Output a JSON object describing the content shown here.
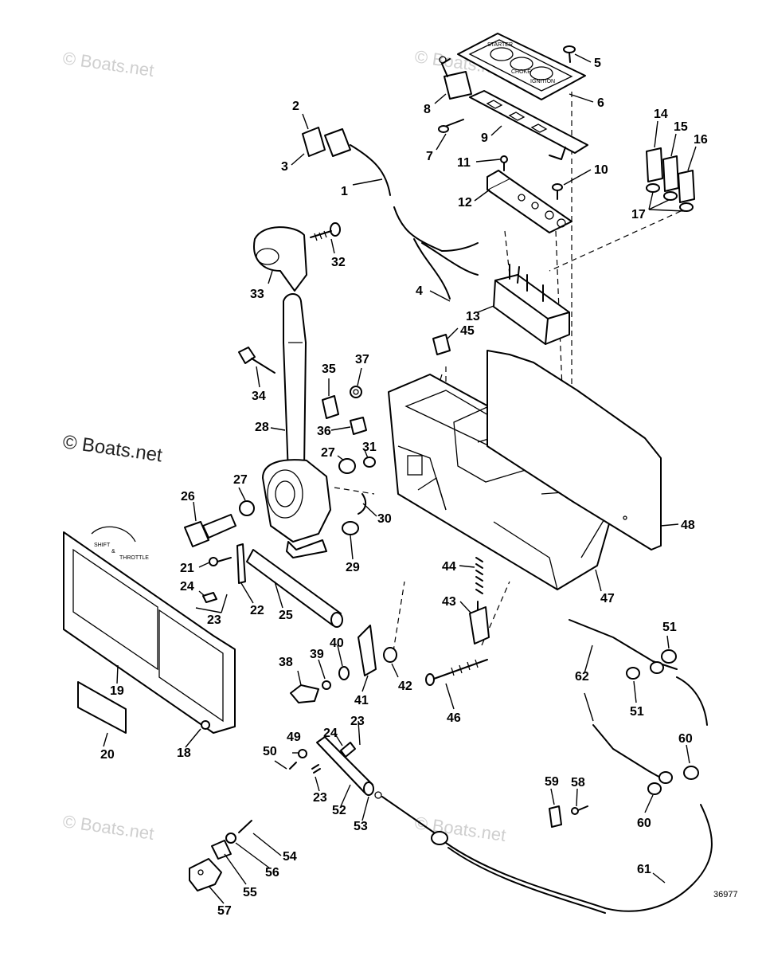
{
  "watermarks": {
    "top_left": "© Boats.net",
    "top_center": "© Boats.net",
    "mid_left": "© Boats.net",
    "bottom_left": "© Boats.net",
    "bottom_center": "© Boats.net"
  },
  "drawing_number": "36977",
  "plate_text": {
    "switch_plate": [
      "STARTER",
      "CHOKE",
      "IGNITION"
    ],
    "decal": [
      "SHIFT",
      "&",
      "THROTTLE"
    ]
  },
  "callouts": {
    "c1": "1",
    "c2": "2",
    "c3": "3",
    "c4": "4",
    "c5": "5",
    "c6": "6",
    "c7": "7",
    "c8": "8",
    "c9": "9",
    "c10": "10",
    "c11": "11",
    "c12": "12",
    "c13": "13",
    "c14": "14",
    "c15": "15",
    "c16": "16",
    "c17": "17",
    "c18": "18",
    "c19": "19",
    "c20": "20",
    "c21": "21",
    "c22": "22",
    "c23a": "23",
    "c23b": "23",
    "c23c": "23",
    "c24a": "24",
    "c24b": "24",
    "c25": "25",
    "c26": "26",
    "c27a": "27",
    "c27b": "27",
    "c28": "28",
    "c29": "29",
    "c30": "30",
    "c31": "31",
    "c32": "32",
    "c33": "33",
    "c34": "34",
    "c35": "35",
    "c36": "36",
    "c37": "37",
    "c38": "38",
    "c39": "39",
    "c40": "40",
    "c41": "41",
    "c42": "42",
    "c43": "43",
    "c44": "44",
    "c45": "45",
    "c46": "46",
    "c47": "47",
    "c48": "48",
    "c49": "49",
    "c50": "50",
    "c51a": "51",
    "c51b": "51",
    "c52": "52",
    "c53": "53",
    "c54": "54",
    "c55": "55",
    "c56": "56",
    "c57": "57",
    "c58": "58",
    "c59": "59",
    "c60a": "60",
    "c60b": "60",
    "c61": "61",
    "c62": "62"
  }
}
